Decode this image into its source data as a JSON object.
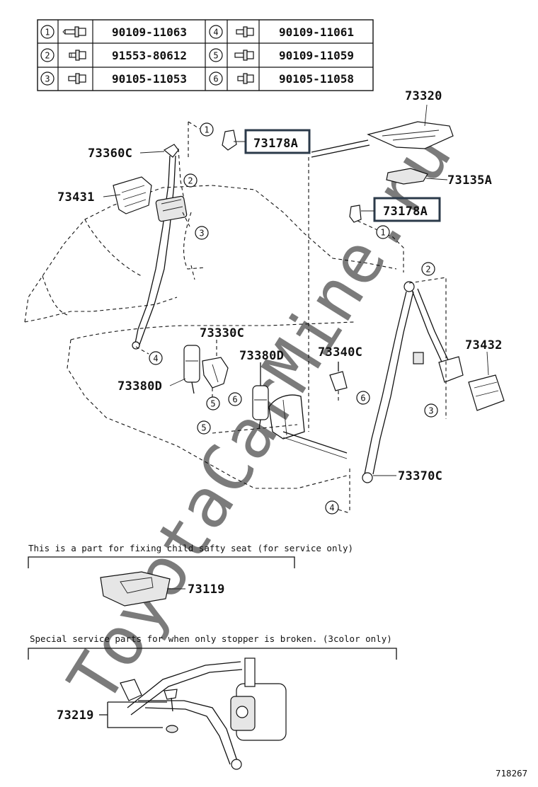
{
  "fastener_table": [
    {
      "ref": "1",
      "part_no": "90109-11063"
    },
    {
      "ref": "4",
      "part_no": "90109-11061"
    },
    {
      "ref": "2",
      "part_no": "91553-80612"
    },
    {
      "ref": "5",
      "part_no": "90109-11059"
    },
    {
      "ref": "3",
      "part_no": "90105-11053"
    },
    {
      "ref": "6",
      "part_no": "90105-11058"
    }
  ],
  "parts": {
    "p73320": "73320",
    "p73178A_1": "73178A",
    "p73178A_2": "73178A",
    "p73360C": "73360C",
    "p73135A": "73135A",
    "p73431": "73431",
    "p73330C": "73330C",
    "p73380D_1": "73380D",
    "p73380D_2": "73380D",
    "p73340C": "73340C",
    "p73432": "73432",
    "p73370C": "73370C",
    "p73119": "73119",
    "p73219": "73219"
  },
  "callouts": {
    "c1a": "1",
    "c2a": "2",
    "c3a": "3",
    "c4a": "4",
    "c5a": "5",
    "c6a": "6",
    "c5b": "5",
    "c6b": "6",
    "c1b": "1",
    "c2b": "2",
    "c3b": "3",
    "c4b": "4"
  },
  "notes": {
    "child_seat": "This is a part for fixing child safty seat (for service only)",
    "stopper": "Special service parts for when only stopper is broken. (3color only)"
  },
  "diagram_code": "718267",
  "watermark": "ToyotaCarMine.ru"
}
